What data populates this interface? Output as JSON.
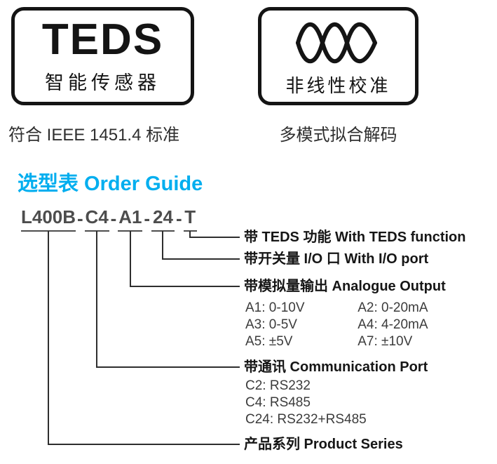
{
  "badges": {
    "teds": {
      "title": "TEDS",
      "subtitle": "智能传感器",
      "caption": "符合 IEEE 1451.4 标准"
    },
    "nonlinear": {
      "icon": "sine-waves-icon",
      "subtitle": "非线性校准",
      "caption": "多模式拟合解码"
    }
  },
  "heading": {
    "title": "选型表 Order Guide"
  },
  "order_guide": {
    "model_code": "L400B-C4-A1-24-T",
    "segments": [
      "L400B",
      "C4",
      "A1",
      "24",
      "T"
    ],
    "separator": "-",
    "labels": {
      "teds": "带 TEDS 功能 With TEDS function",
      "io": "带开关量 I/O 口 With I/O port",
      "analogue": "带模拟量输出 Analogue Output",
      "comm": "带通讯 Communication Port",
      "series": "产品系列 Product Series"
    },
    "analogue_options": [
      {
        "left": "A1: 0-10V",
        "right": "A2: 0-20mA"
      },
      {
        "left": "A3: 0-5V",
        "right": "A4: 4-20mA"
      },
      {
        "left": "A5: ±5V",
        "right": "A7: ±10V"
      }
    ],
    "comm_options": [
      "C2: RS232",
      "C4: RS485",
      "C24: RS232+RS485"
    ]
  },
  "colors": {
    "accent": "#00AEEF",
    "ink": "#141414",
    "code_gray": "#4d4d4d"
  }
}
